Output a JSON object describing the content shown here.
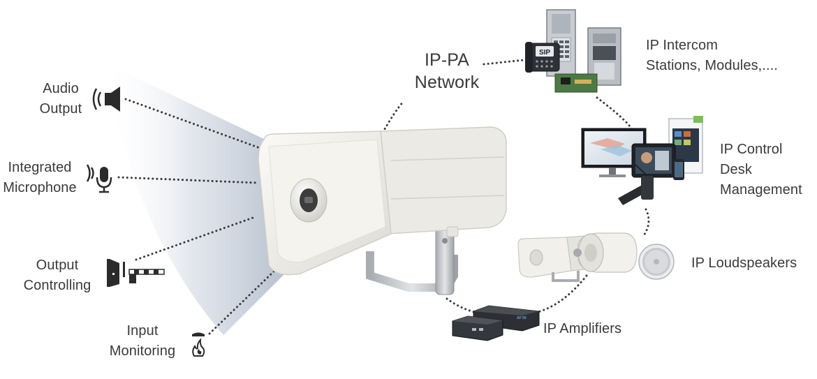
{
  "left_labels": {
    "audio_output": [
      "Audio",
      "Output"
    ],
    "integrated_microphone": [
      "Integrated",
      "Microphone"
    ],
    "output_controlling": [
      "Output",
      "Controlling"
    ],
    "input_monitoring": [
      "Input",
      "Monitoring"
    ]
  },
  "network_label": [
    "IP-PA",
    "Network"
  ],
  "right_labels": {
    "ip_intercom": [
      "IP Intercom",
      "Stations, Modules,...."
    ],
    "ip_control_desk": [
      "IP Control Desk",
      "Management"
    ],
    "ip_loudspeakers": [
      "IP Loudspeakers"
    ],
    "ip_amplifiers": [
      "IP Amplifiers"
    ]
  },
  "device_texts": {
    "sip_badge": "SIP",
    "amplifier_model": "AF 50"
  },
  "colors": {
    "text": "#3a3a3a",
    "icon": "#2b2b2b",
    "dots": "#3a3a3a",
    "beam": "#b9c3d0",
    "device_white": "#f2f1ec",
    "metal": "#c5c8cc"
  }
}
